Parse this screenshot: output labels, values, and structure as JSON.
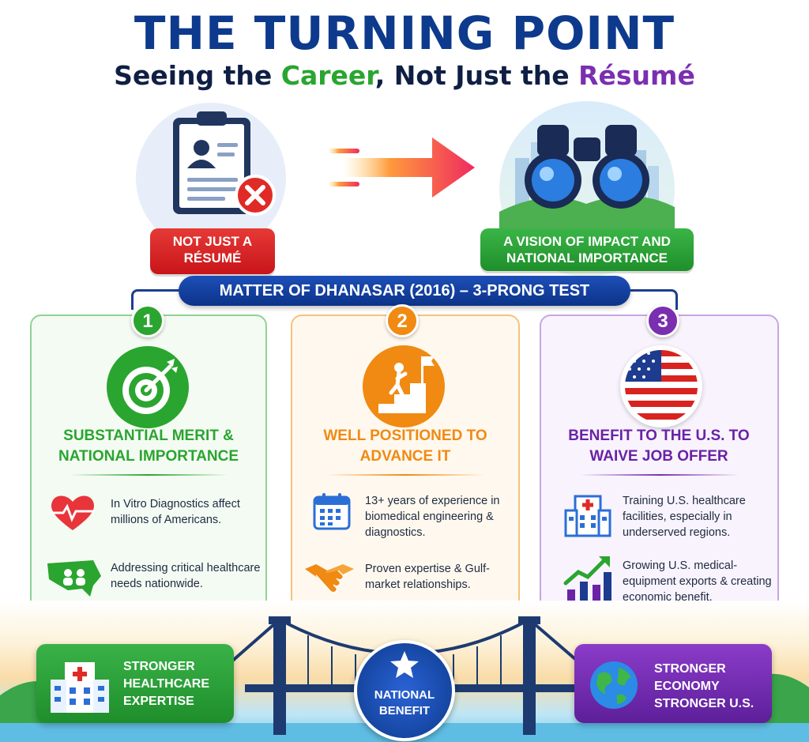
{
  "header": {
    "title": "THE TURNING POINT",
    "subtitle_part1": "Seeing the ",
    "subtitle_career": "Career",
    "subtitle_part2": ", Not Just the ",
    "subtitle_resume": "Résumé"
  },
  "top": {
    "left_label": "NOT JUST A RÉSUMÉ",
    "right_label": "A VISION OF IMPACT AND NATIONAL IMPORTANCE",
    "left_icon": "resume-clipboard-icon",
    "right_icon": "binoculars-icon"
  },
  "banner": "MATTER OF DHANASAR (2016) – 3-PRONG TEST",
  "prongs": [
    {
      "number": "1",
      "title": "SUBSTANTIAL MERIT & NATIONAL IMPORTANCE",
      "icon": "target-icon",
      "items": [
        {
          "icon": "heartbeat-icon",
          "text": "In Vitro Diagnostics affect millions of Americans."
        },
        {
          "icon": "usa-map-people-icon",
          "text": "Addressing critical healthcare needs nationwide."
        }
      ]
    },
    {
      "number": "2",
      "title": "WELL POSITIONED TO ADVANCE IT",
      "icon": "climbing-steps-flag-icon",
      "items": [
        {
          "icon": "calendar-icon",
          "text": "13+ years of experience in biomedical engineering & diagnostics."
        },
        {
          "icon": "handshake-icon",
          "text": "Proven expertise & Gulf-market relationships."
        }
      ]
    },
    {
      "number": "3",
      "title": "BENEFIT TO THE U.S. TO WAIVE JOB OFFER",
      "icon": "us-flag-icon",
      "items": [
        {
          "icon": "hospital-icon",
          "text": "Training U.S. healthcare facilities, especially in underserved regions."
        },
        {
          "icon": "growth-chart-icon",
          "text": "Growing U.S. medical-equipment exports & creating economic benefit."
        }
      ]
    }
  ],
  "bottom": {
    "left": "STRONGER HEALTHCARE EXPERTISE",
    "center": "NATIONAL BENEFIT",
    "right": "STRONGER ECONOMY STRONGER U.S."
  },
  "colors": {
    "navy": "#0d3a8c",
    "green": "#2aa52f",
    "orange": "#f08a12",
    "purple": "#7a2fb0",
    "red": "#d8231f"
  }
}
